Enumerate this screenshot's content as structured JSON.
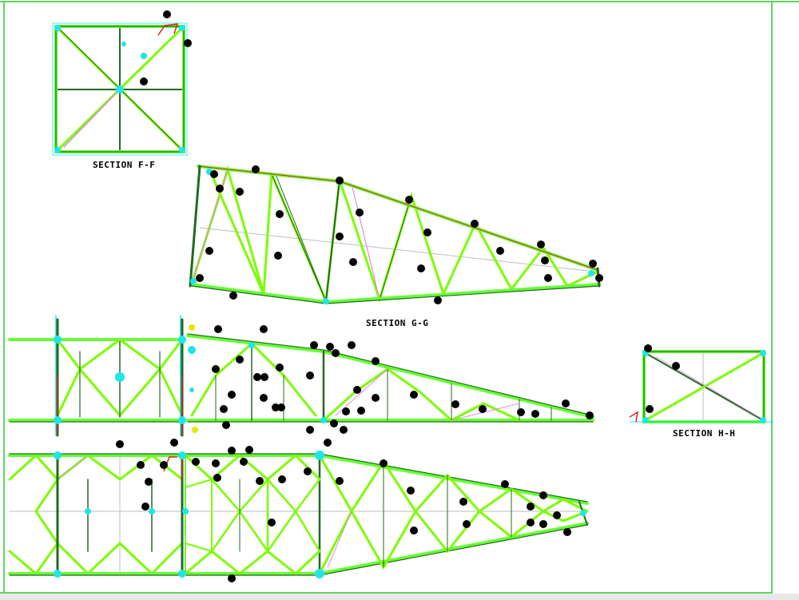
{
  "sections": {
    "ff": "SECTION F-F",
    "gg": "SECTION G-G",
    "hh": "SECTION H-H"
  },
  "colors": {
    "background": "#ffffff",
    "border": "#5fd35f",
    "chord_dark": "#1f6b1f",
    "chord_light": "#66ff33",
    "brace": "#7cfc00",
    "pink": "#e08ae0",
    "cyan": "#1ee6e6",
    "red": "#e02020",
    "center": "#bdbdbd",
    "bolt": "#000000"
  }
}
